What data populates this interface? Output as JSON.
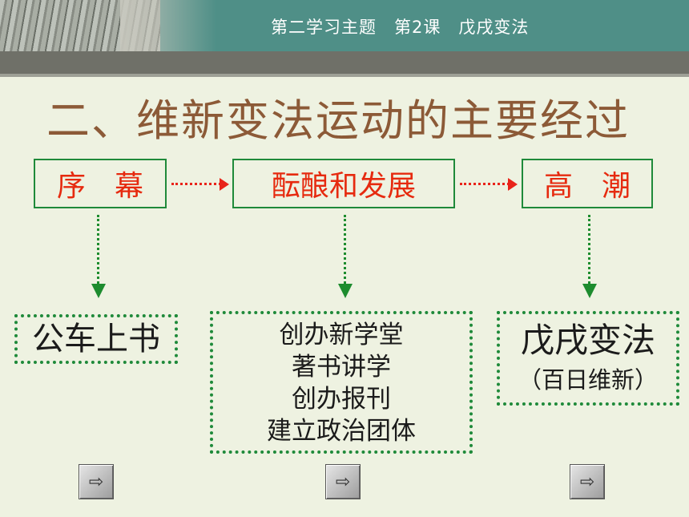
{
  "header": {
    "title": "第二学习主题　第2课　戊戌变法"
  },
  "main_title": "二、维新变法运动的主要经过",
  "stages": [
    {
      "label": "序　幕"
    },
    {
      "label": "酝酿和发展"
    },
    {
      "label": "高　潮"
    }
  ],
  "outcomes": [
    {
      "lines": [
        "公车上书"
      ]
    },
    {
      "lines": [
        "创办新学堂",
        "著书讲学",
        "创办报刊",
        "建立政治团体"
      ]
    },
    {
      "lines": [
        "戊戌变法",
        "（百日维新）"
      ]
    }
  ],
  "nav_icon": "arrow-right-icon",
  "colors": {
    "stage_text": "#e62a0f",
    "green": "#1f8a3a",
    "title": "#8c5a37",
    "header": "#4f8f87"
  }
}
